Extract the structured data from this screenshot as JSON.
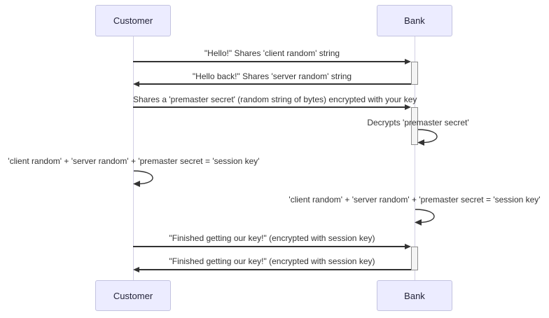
{
  "diagram": {
    "type": "sequence-diagram",
    "actors": {
      "customer": "Customer",
      "bank": "Bank"
    },
    "messages": [
      {
        "text": "\"Hello!\" Shares 'client random' string",
        "from": "customer",
        "to": "bank",
        "kind": "solid-arrow"
      },
      {
        "text": "\"Hello back!\" Shares 'server random' string",
        "from": "bank",
        "to": "customer",
        "kind": "solid-arrow"
      },
      {
        "text": "Shares a 'premaster secret' (random string of bytes) encrypted with your key",
        "from": "customer",
        "to": "bank",
        "kind": "solid-arrow"
      },
      {
        "text": "Decrypts 'premaster secret'",
        "from": "bank",
        "to": "bank",
        "kind": "self-loop"
      },
      {
        "text": "'client random' + 'server random' + 'premaster secret = 'session key'",
        "from": "customer",
        "to": "customer",
        "kind": "self-loop"
      },
      {
        "text": "'client random' + 'server random' + 'premaster secret = 'session key'",
        "from": "bank",
        "to": "bank",
        "kind": "self-loop"
      },
      {
        "text": "\"Finished getting our key!\" (encrypted with session key)",
        "from": "customer",
        "to": "bank",
        "kind": "solid-arrow"
      },
      {
        "text": "\"Finished getting our key!\" (encrypted with session key)",
        "from": "bank",
        "to": "customer",
        "kind": "solid-arrow"
      }
    ],
    "colors": {
      "actor_fill": "#ECECFF",
      "actor_border": "#C3C3E0",
      "lifeline": "#D2CFE4",
      "message_line": "#333333",
      "text": "#333333",
      "activation_fill": "#F4F4F4",
      "activation_border": "#8F8F8F",
      "background": "#FFFFFF"
    }
  }
}
